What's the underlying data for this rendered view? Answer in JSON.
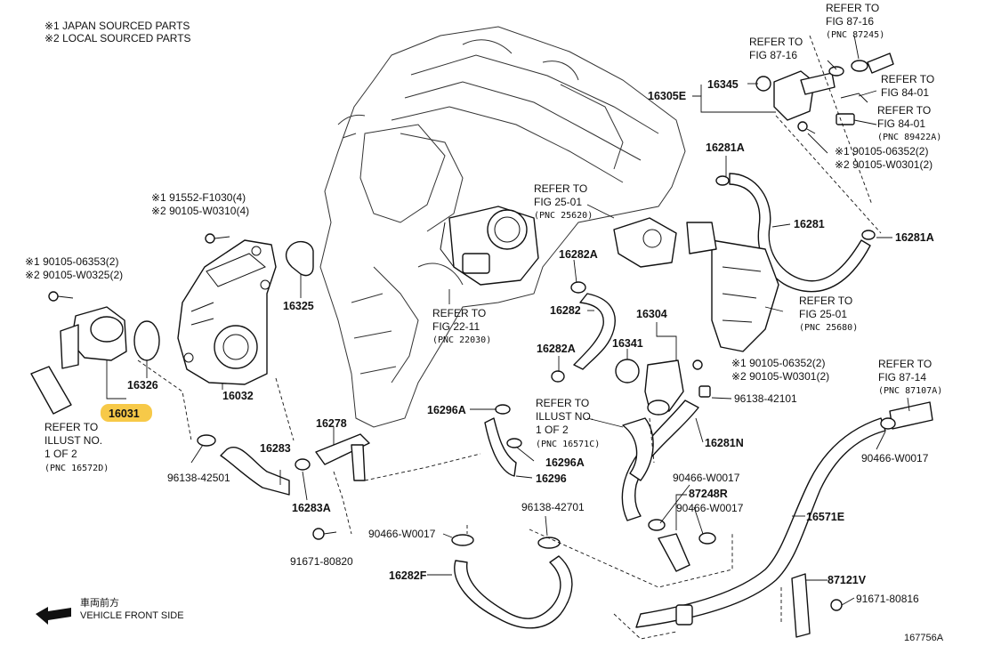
{
  "notes": {
    "line1": "※1  JAPAN SOURCED PARTS",
    "line2": "※2  LOCAL SOURCED PARTS"
  },
  "front": {
    "jp": "車両前方",
    "en": "VEHICLE FRONT SIDE"
  },
  "figure_id": "167756A",
  "highlight_color": "#f7c948",
  "parts": {
    "p16031": "16031",
    "p16326": "16326",
    "p16032": "16032",
    "p16325": "16325",
    "p16283": "16283",
    "p16283A": "16283A",
    "p16278": "16278",
    "p16296A_top": "16296A",
    "p16296A_bot": "16296A",
    "p16296": "16296",
    "p16282A_top": "16282A",
    "p16282": "16282",
    "p16282A_bot": "16282A",
    "p16304": "16304",
    "p16341": "16341",
    "p16281A_top": "16281A",
    "p16281": "16281",
    "p16281A_right": "16281A",
    "p16281N": "16281N",
    "p16345": "16345",
    "p16305E": "16305E",
    "p87248R": "87248R",
    "p16571E": "16571E",
    "p87121V": "87121V",
    "p16282F": "16282F"
  },
  "hardware": {
    "h91552_j": "※1  91552-F1030(4)",
    "h91552_l": "※2  90105-W0310(4)",
    "h90105_06353": "※1  90105-06353(2)",
    "h90105_W0325": "※2  90105-W0325(2)",
    "h96138_42501": "96138-42501",
    "h91671_80820": "91671-80820",
    "h90466_W0017_a": "90466-W0017",
    "h96138_42701": "96138-42701",
    "h90466_W0017_b": "90466-W0017",
    "h90466_W0017_c": "90466-W0017",
    "h90466_W0017_d": "90466-W0017",
    "h90105_06352_a": "※1  90105-06352(2)",
    "h90105_W0301_a": "※2  90105-W0301(2)",
    "h96138_42101": "96138-42101",
    "h90105_06352_b": "※1  90105-06352(2)",
    "h90105_W0301_b": "※2  90105-W0301(2)",
    "h91671_80816": "91671-80816"
  },
  "refs": {
    "r1": {
      "l1": "REFER TO",
      "l2": "ILLUST NO.",
      "l3": "1 OF 2",
      "l4": "(PNC 16572D)"
    },
    "r2": {
      "l1": "REFER TO",
      "l2": "FIG 22-11",
      "l3": "(PNC 22030)"
    },
    "r3": {
      "l1": "REFER TO",
      "l2": "FIG 25-01",
      "l3": "(PNC 25620)"
    },
    "r4": {
      "l1": "REFER TO",
      "l2": "ILLUST NO.",
      "l3": "1 OF 2",
      "l4": "(PNC 16571C)"
    },
    "r5": {
      "l1": "REFER TO",
      "l2": "FIG 25-01",
      "l3": "(PNC 25680)"
    },
    "r6": {
      "l1": "REFER TO",
      "l2": "FIG 87-16"
    },
    "r7": {
      "l1": "REFER TO",
      "l2": "FIG 87-16",
      "l3": "(PNC 87245)"
    },
    "r8": {
      "l1": "REFER TO",
      "l2": "FIG 84-01"
    },
    "r9": {
      "l1": "REFER TO",
      "l2": "FIG 84-01",
      "l3": "(PNC 89422A)"
    },
    "r10": {
      "l1": "REFER TO",
      "l2": "FIG 87-14",
      "l3": "(PNC 87107A)"
    }
  }
}
